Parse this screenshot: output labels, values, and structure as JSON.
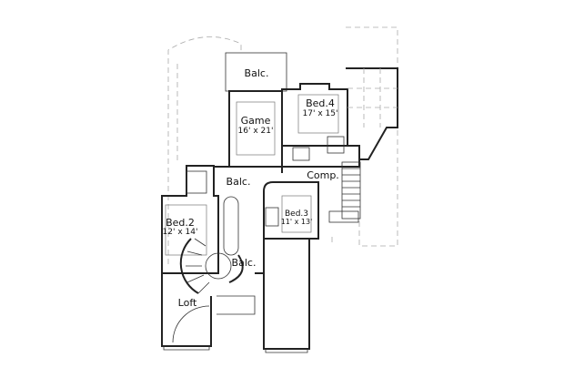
{
  "rooms": [
    {
      "id": "balc-top",
      "name": "Balc.",
      "dims": ""
    },
    {
      "id": "game",
      "name": "Game",
      "dims": "16' x 21'"
    },
    {
      "id": "bed4",
      "name": "Bed.4",
      "dims": "17' x 15'"
    },
    {
      "id": "comp",
      "name": "Comp.",
      "dims": ""
    },
    {
      "id": "balc-mid",
      "name": "Balc.",
      "dims": ""
    },
    {
      "id": "bed2",
      "name": "Bed.2",
      "dims": "12' x 14'"
    },
    {
      "id": "bed3",
      "name": "Bed.3",
      "dims": "11' x 13'"
    },
    {
      "id": "balc-low",
      "name": "Balc.",
      "dims": ""
    },
    {
      "id": "loft",
      "name": "Loft",
      "dims": ""
    }
  ]
}
